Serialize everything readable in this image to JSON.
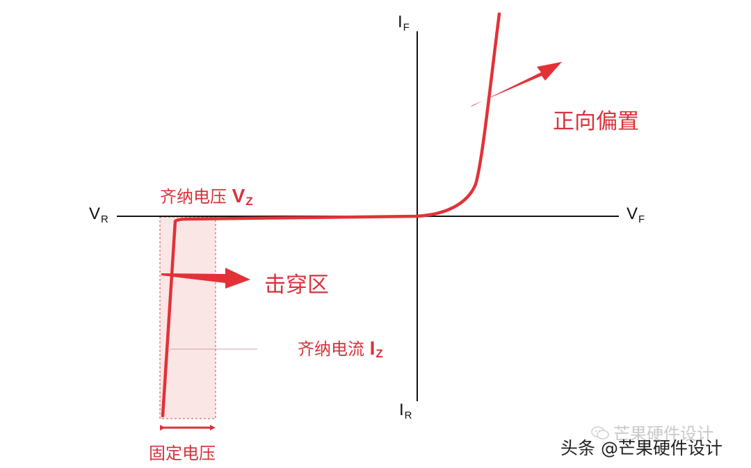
{
  "axes": {
    "i_f": {
      "main": "I",
      "sub": "F"
    },
    "i_r": {
      "main": "I",
      "sub": "R"
    },
    "v_r": {
      "main": "V",
      "sub": "R"
    },
    "v_f": {
      "main": "V",
      "sub": "F"
    }
  },
  "labels": {
    "forward_bias": "正向偏置",
    "breakdown_region": "击穿区",
    "zener_voltage": {
      "text": "齐纳电压 ",
      "main": "V",
      "sub": "Z"
    },
    "zener_current": {
      "text": "齐纳电流 ",
      "main": "I",
      "sub": "Z"
    },
    "fixed_voltage": "固定电压"
  },
  "watermark": {
    "main": "头条 @芒果硬件设计",
    "faint": "芒果硬件设计"
  },
  "colors": {
    "curve": "#e33138",
    "label": "#d8323a",
    "axis": "#111111",
    "band_fill": "#fbe6e6"
  },
  "icons": [
    "wechat-icon"
  ]
}
